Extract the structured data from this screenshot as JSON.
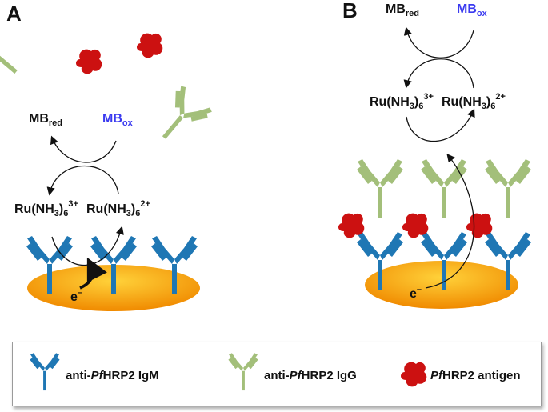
{
  "panels": {
    "a": "A",
    "b": "B"
  },
  "mediator": {
    "mb_red_main": "MB",
    "mb_red_sub": "red",
    "mb_ox_main": "MB",
    "mb_ox_sub": "ox",
    "ru3_main": "Ru(NH",
    "ru3_sub": "3",
    "ru3_close": ")",
    "ru3_sub6": "6",
    "ru3_charge": "3+",
    "ru2_main": "Ru(NH",
    "ru2_sub": "3",
    "ru2_close": ")",
    "ru2_sub6": "6",
    "ru2_charge": "2+"
  },
  "electron": {
    "symbol": "e",
    "charge": "–"
  },
  "legend": {
    "igm_prefix": "anti-",
    "igm_italic": "Pf",
    "igm_suffix": "HRP2 IgM",
    "igg_prefix": "anti-",
    "igg_italic": "Pf",
    "igg_suffix": "HRP2 IgG",
    "antigen_italic": "Pf",
    "antigen_suffix": "HRP2 antigen"
  },
  "colors": {
    "igm": "#1f77b4",
    "igg": "#a3bf7a",
    "antigen": "#cc1111",
    "electrode": "#f5a31a",
    "arrow": "#111111",
    "mb_ox": "#3a3af0"
  }
}
